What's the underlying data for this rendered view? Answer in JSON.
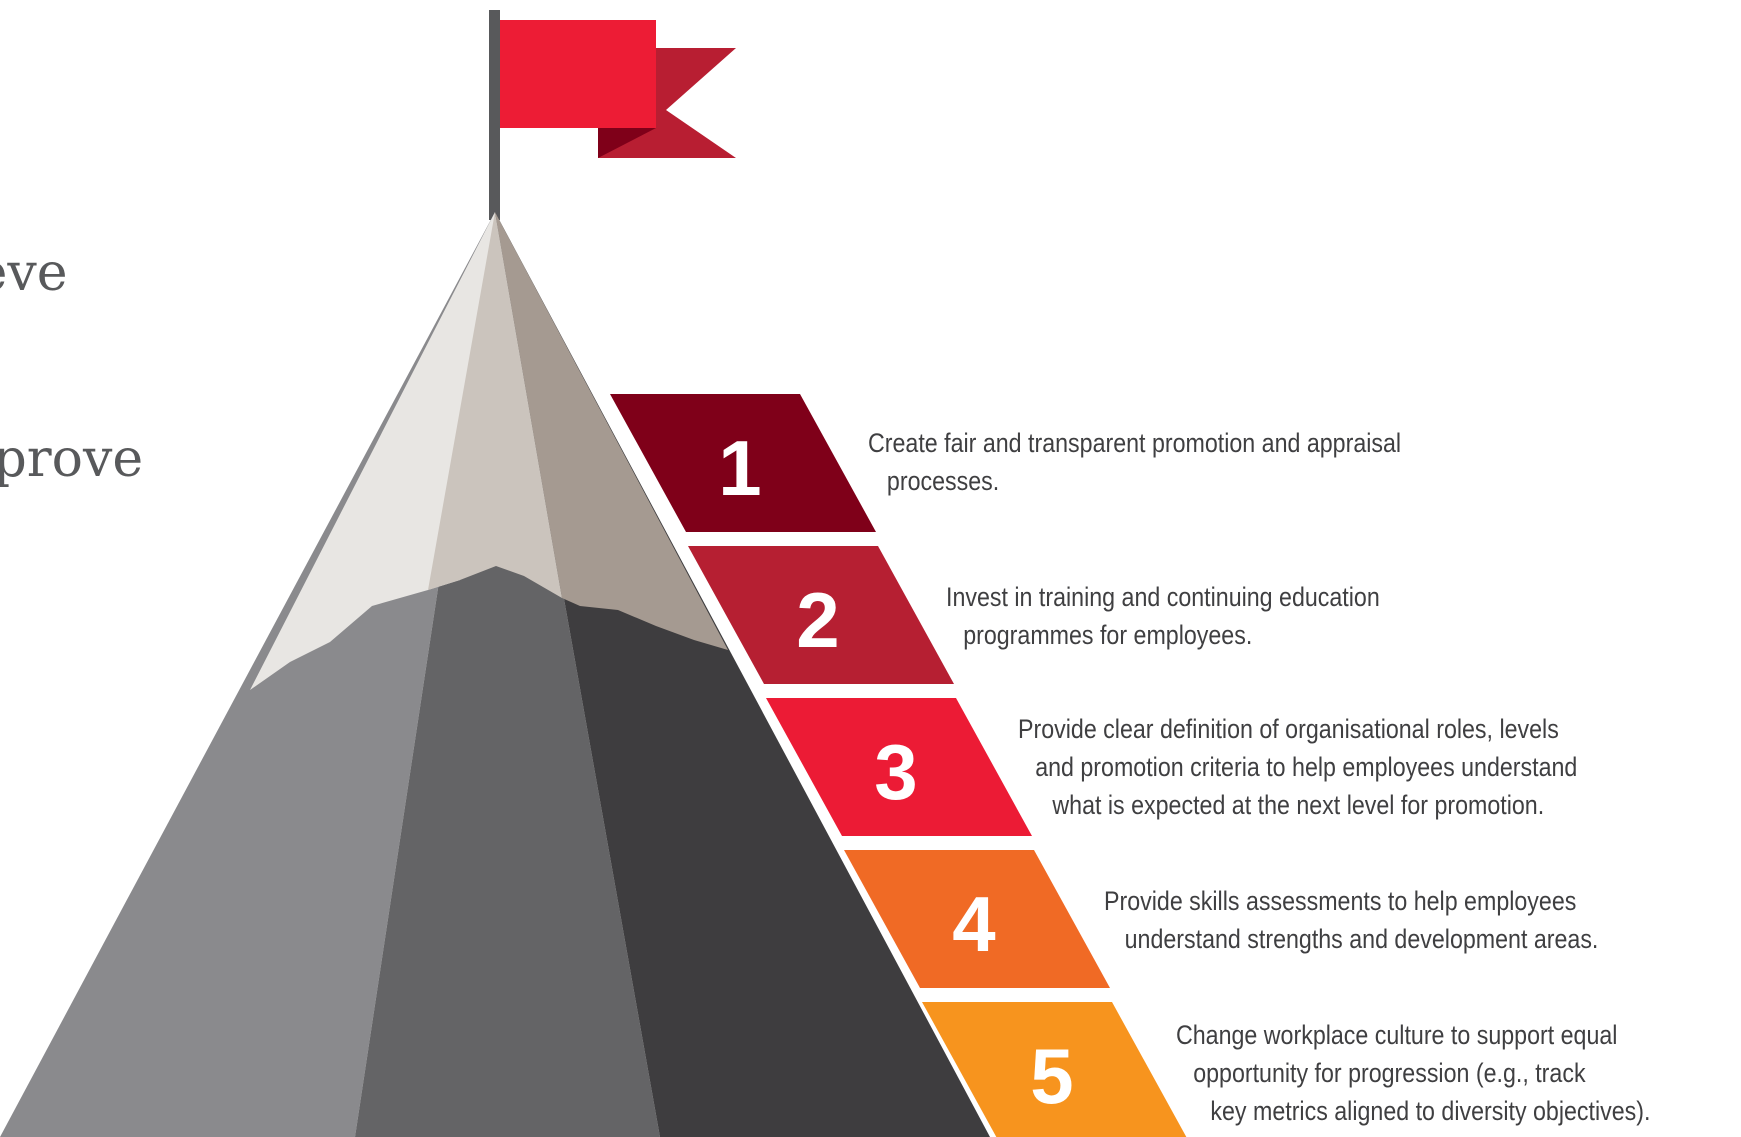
{
  "headline": {
    "lines": [
      "ieve",
      "nprove"
    ]
  },
  "steps": [
    {
      "number": "1",
      "lines": [
        "Create fair and transparent promotion and appraisal",
        "processes."
      ],
      "color": "#7f0019"
    },
    {
      "number": "2",
      "lines": [
        "Invest in training and continuing education",
        "programmes for employees."
      ],
      "color": "#b61f32"
    },
    {
      "number": "3",
      "lines": [
        "Provide clear definition of organisational roles, levels",
        "and promotion criteria to help employees understand",
        "what is expected at the next level for promotion."
      ],
      "color": "#ec1b35"
    },
    {
      "number": "4",
      "lines": [
        "Provide skills assessments to help employees",
        "understand strengths and development areas."
      ],
      "color": "#f06a25"
    },
    {
      "number": "5",
      "lines": [
        "Change workplace culture to support equal",
        "opportunity for progression (e.g., track",
        "key metrics aligned to diversity objectives)."
      ],
      "color": "#f7941e"
    }
  ],
  "colors": {
    "flag": "#ed1c35",
    "flag_tail": "#b81e32",
    "pole": "#58595b",
    "snow_light": "#e8e6e3",
    "snow_mid": "#cbc4bd",
    "snow_dark": "#a59a91",
    "rock_light": "#8a8a8d",
    "rock_mid": "#646466",
    "rock_dark": "#3e3d3f"
  }
}
